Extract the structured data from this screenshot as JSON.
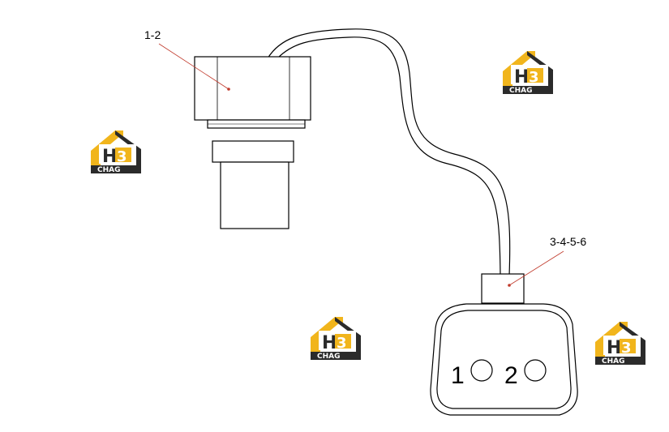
{
  "diagram": {
    "callouts": [
      {
        "id": "sensor",
        "label": "1-2"
      },
      {
        "id": "plug",
        "label": "3-4-5-6"
      }
    ],
    "pins": [
      "1",
      "2"
    ],
    "colors": {
      "line": "#000000",
      "leader": "#c0392b",
      "logo_gold": "#f1b51c",
      "logo_dark": "#2b2b2b"
    }
  },
  "watermark": {
    "logo_mark": "H3",
    "logo_text": "CHAG",
    "positions": 4
  }
}
